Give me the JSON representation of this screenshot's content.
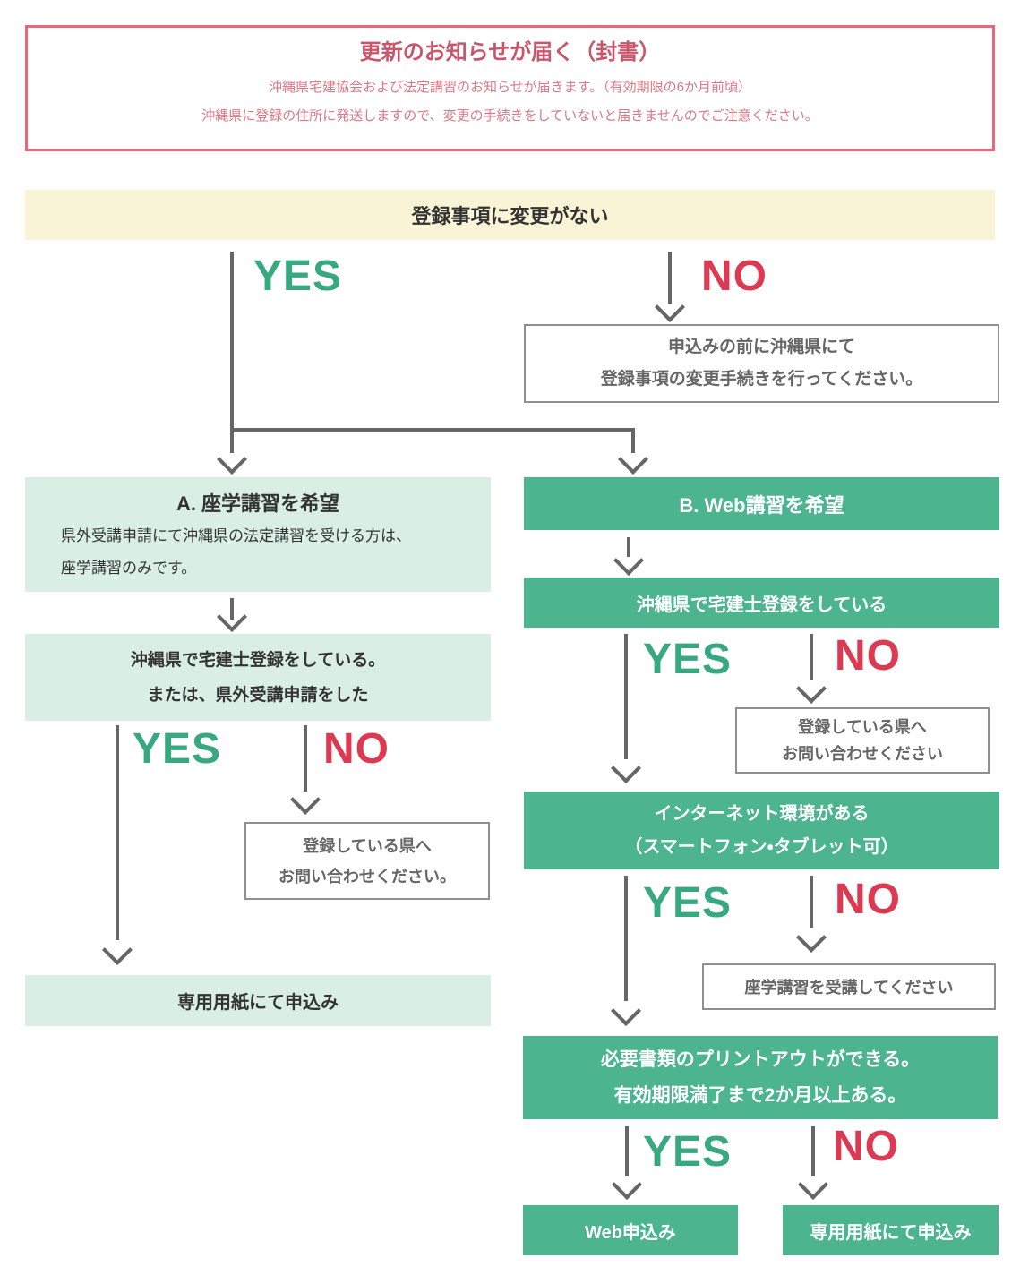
{
  "notice": {
    "title": "更新のお知らせが届く（封書）",
    "line1": "沖縄県宅建協会および法定講習のお知らせが届きます。（有効期限の6か月前頃）",
    "line2": "沖縄県に登録の住所に発送しますので、変更の手続きをしていないと届きませんのでご注意ください。"
  },
  "flow": {
    "root_question": "登録事項に変更がない",
    "labels": {
      "yes": "YES",
      "no": "NO"
    },
    "no_action": {
      "line1": "申込みの前に沖縄県にて",
      "line2": "登録事項の変更手続きを行ってください。"
    },
    "branch_a": {
      "title": "A. 座学講習を希望",
      "desc_line1": "県外受講申請にて沖縄県の法定講習を受ける方は、",
      "desc_line2": "座学講習のみです。",
      "q1_line1": "沖縄県で宅建士登録をしている。",
      "q1_line2": "または、県外受講申請をした",
      "q1_no_line1": "登録している県へ",
      "q1_no_line2": "お問い合わせください。",
      "result": "専用用紙にて申込み"
    },
    "branch_b": {
      "title": "B. Web講習を希望",
      "q1": "沖縄県で宅建士登録をしている",
      "q1_no_line1": "登録している県へ",
      "q1_no_line2": "お問い合わせください",
      "q2_line1": "インターネット環境がある",
      "q2_line2": "（スマートフォン・タブレット可）",
      "q2_no": "座学講習を受講してください",
      "q3_line1": "必要書類のプリントアウトができる。",
      "q3_line2": "有効期限満了まで2か月以上ある。",
      "result_yes": "Web申込み",
      "result_no": "専用用紙にて申込み"
    },
    "colors": {
      "green": "#4cb48e",
      "light_green": "#d9eee4",
      "yellow": "#faf4d6",
      "notice_border": "#e4697a",
      "notice_title": "#c9566a",
      "notice_text": "#dd7886",
      "yes_green": "#38a881",
      "no_red": "#dc3a52",
      "line_gray": "#666666"
    }
  }
}
